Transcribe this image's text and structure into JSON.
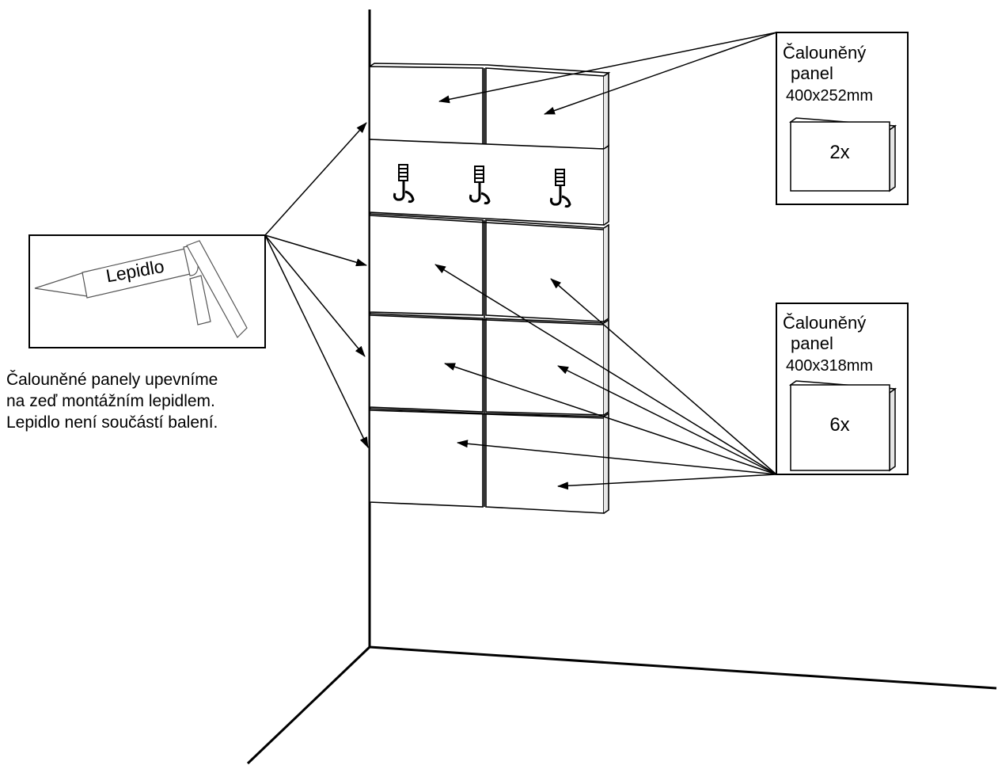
{
  "glue_callout": {
    "tube_label": "Lepidlo"
  },
  "instructions": {
    "lines": [
      "Čalouněné panely upevníme",
      "na zeď montážním lepidlem.",
      "Lepidlo není součástí balení."
    ]
  },
  "parts": [
    {
      "title_line1": "Čalouněný",
      "title_line2": "panel",
      "size": "400x252mm",
      "quantity": "2x"
    },
    {
      "title_line1": "Čalouněný",
      "title_line2": "panel",
      "size": "400x318mm",
      "quantity": "6x"
    }
  ],
  "hooks": {
    "count": 3
  },
  "colors": {
    "line": "#000000",
    "panel_fill": "#ffffff",
    "panel_shade": "#d9d9d9"
  }
}
